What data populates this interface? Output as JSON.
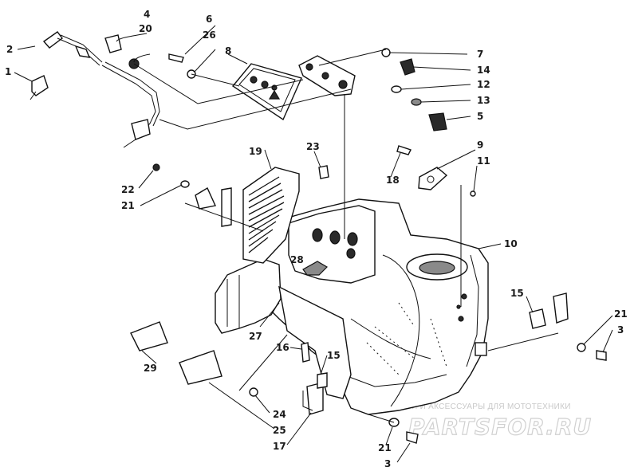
{
  "callouts": [
    {
      "id": "c1",
      "text": "1"
    },
    {
      "id": "c2",
      "text": "2"
    },
    {
      "id": "c4",
      "text": "4"
    },
    {
      "id": "c20",
      "text": "20"
    },
    {
      "id": "c6",
      "text": "6"
    },
    {
      "id": "c26",
      "text": "26"
    },
    {
      "id": "c8",
      "text": "8"
    },
    {
      "id": "c7",
      "text": "7"
    },
    {
      "id": "c14",
      "text": "14"
    },
    {
      "id": "c12",
      "text": "12"
    },
    {
      "id": "c13",
      "text": "13"
    },
    {
      "id": "c5",
      "text": "5"
    },
    {
      "id": "c9",
      "text": "9"
    },
    {
      "id": "c11",
      "text": "11"
    },
    {
      "id": "c18",
      "text": "18"
    },
    {
      "id": "c23",
      "text": "23"
    },
    {
      "id": "c19",
      "text": "19"
    },
    {
      "id": "c22",
      "text": "22"
    },
    {
      "id": "c21a",
      "text": "21"
    },
    {
      "id": "c10",
      "text": "10"
    },
    {
      "id": "c28",
      "text": "28"
    },
    {
      "id": "c15a",
      "text": "15"
    },
    {
      "id": "c21b",
      "text": "21"
    },
    {
      "id": "c3a",
      "text": "3"
    },
    {
      "id": "c27",
      "text": "27"
    },
    {
      "id": "c16",
      "text": "16"
    },
    {
      "id": "c15b",
      "text": "15"
    },
    {
      "id": "c29",
      "text": "29"
    },
    {
      "id": "c24",
      "text": "24"
    },
    {
      "id": "c25",
      "text": "25"
    },
    {
      "id": "c17",
      "text": "17"
    },
    {
      "id": "c21c",
      "text": "21"
    },
    {
      "id": "c3b",
      "text": "3"
    }
  ],
  "watermark": {
    "tagline": "ЗАПЧАСТИ И АКСЕССУАРЫ ДЛЯ МОТОТЕХНИКИ",
    "brand": "PARTSFOR.RU"
  }
}
